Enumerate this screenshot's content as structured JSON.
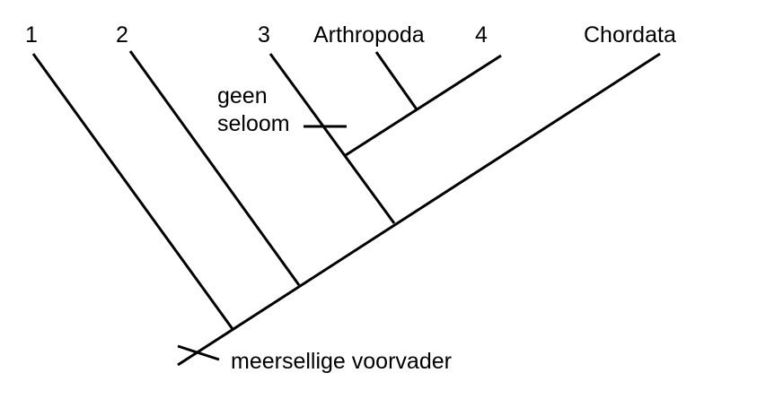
{
  "taxa": {
    "t1": "1",
    "t2": "2",
    "t3": "3",
    "arthropoda": "Arthropoda",
    "t4": "4",
    "chordata": "Chordata"
  },
  "characters": {
    "no_coelom_line1": "geen",
    "no_coelom_line2": "seloom",
    "multicellular_ancestor": "meersellige voorvader"
  },
  "colors": {
    "line": "#000000",
    "text": "#000000",
    "background": "#ffffff"
  }
}
